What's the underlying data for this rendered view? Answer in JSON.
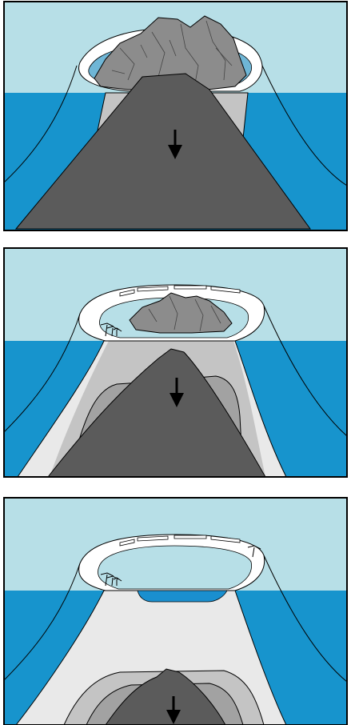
{
  "diagram": {
    "panels": [
      {
        "stage": "volcanic-island-with-fringing-reef"
      },
      {
        "stage": "subsiding-island-with-barrier-reef"
      },
      {
        "stage": "atoll-with-lagoon"
      }
    ],
    "arrow_meaning": "subsidence",
    "colors": {
      "sky": "#b7dfe7",
      "ocean": "#1794cd",
      "volcano_dark": "#5b5b5b",
      "island_rock": "#8c8c8c",
      "reef_light": "#e9e9e9",
      "reef_mid": "#c4c4c4",
      "reef_shadow": "#a2a2a2",
      "outline": "#000000",
      "separator": "#ffffff",
      "lagoon": "#1a8fcf"
    }
  }
}
